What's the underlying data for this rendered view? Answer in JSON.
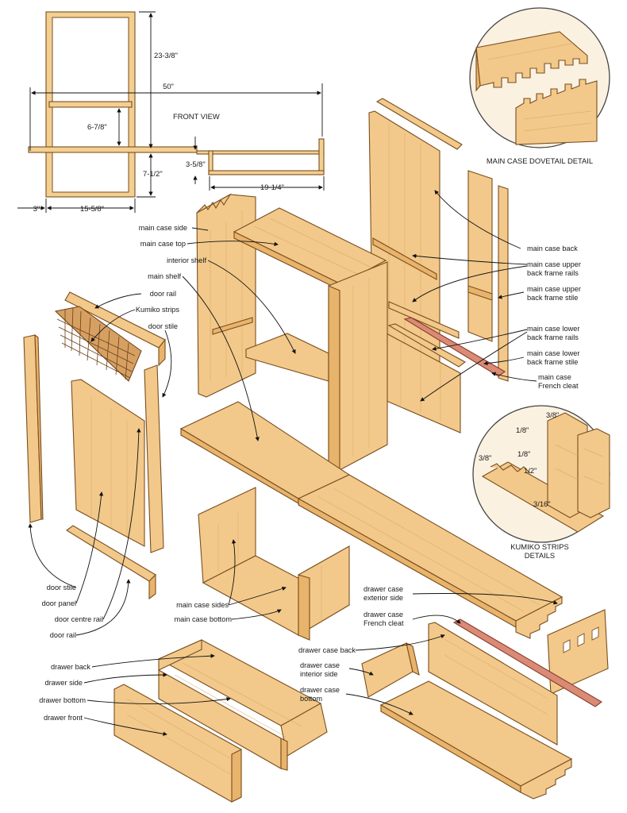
{
  "front_view": {
    "title": "FRONT VIEW",
    "dims": {
      "overall_width": "50\"",
      "upper_height": "23-3/8\"",
      "shelf_gap": "6-7/8\"",
      "lower_height": "7-1/2\"",
      "drawer_height": "3-5/8\"",
      "drawer_width": "19-1/4\"",
      "stile_width": "3\"",
      "door_width": "15-5/8\""
    }
  },
  "details": {
    "dovetail": "MAIN CASE DOVETAIL DETAIL",
    "kumiko_line1": "KUMIKO STRIPS",
    "kumiko_line2": "DETAILS",
    "kumiko_dims": {
      "d1": "3/8\"",
      "d2": "1/8\"",
      "d3": "3/8\"",
      "d4": "1/8\"",
      "d5": "1/2\"",
      "d6": "3/16\""
    }
  },
  "labels": {
    "main_case_side": "main case side",
    "main_case_top": "main case top",
    "interior_shelf": "interior shelf",
    "main_shelf": "main shelf",
    "door_rail_top": "door rail",
    "kumiko_strips": "Kumiko strips",
    "door_stile_top": "door stile",
    "main_case_back": "main case back",
    "upper_rails_1": "main case upper",
    "upper_rails_2": "back frame rails",
    "upper_stile_1": "main case upper",
    "upper_stile_2": "back frame stile",
    "lower_rails_1": "main case lower",
    "lower_rails_2": "back frame rails",
    "lower_stile_1": "main case lower",
    "lower_stile_2": "back frame stile",
    "french_cleat_1": "main case",
    "french_cleat_2": "French cleat",
    "door_stile": "door stile",
    "door_panel": "door panel",
    "door_centre_rail": "door centre rail",
    "door_rail": "door rail",
    "main_case_sides": "main case sides",
    "main_case_bottom": "main case bottom",
    "drawer_case_exterior_1": "drawer case",
    "drawer_case_exterior_2": "exterior side",
    "drawer_case_cleat_1": "drawer case",
    "drawer_case_cleat_2": "French cleat",
    "drawer_case_back": "drawer case back",
    "drawer_case_interior_1": "drawer case",
    "drawer_case_interior_2": "interior side",
    "drawer_case_bottom_1": "drawer case",
    "drawer_case_bottom_2": "bottom",
    "drawer_back": "drawer back",
    "drawer_side": "drawer side",
    "drawer_bottom": "drawer bottom",
    "drawer_front": "drawer front"
  },
  "colors": {
    "wood_light": "#f2c98a",
    "wood_mid": "#e8b36b",
    "wood_dark": "#d79a4f",
    "cleat": "#d98b76",
    "outline": "#7a4e1e"
  }
}
